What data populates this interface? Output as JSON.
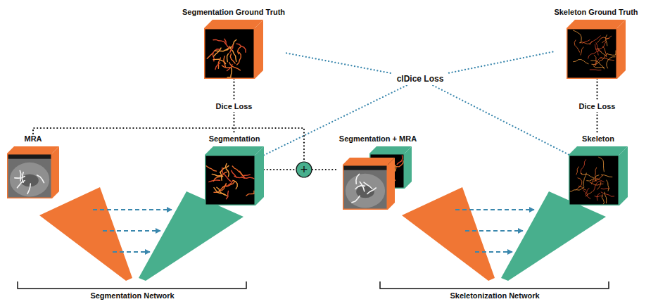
{
  "diagram": {
    "nodes": [
      {
        "text": [
          "Segmentation Ground Truth"
        ]
      },
      {
        "text": [
          "Skeleton Ground Truth"
        ]
      },
      {
        "text": [
          "clDice Loss"
        ]
      },
      {
        "text": [
          "MRA"
        ]
      },
      {
        "text": [
          "Segmentation"
        ]
      },
      {
        "text": [
          "+"
        ]
      },
      {
        "text": [
          "Segmentation + MRA"
        ]
      },
      {
        "text": [
          "Skeleton"
        ]
      }
    ],
    "edges": [
      {
        "from": 0,
        "to": 2,
        "arrow": "none"
      },
      {
        "from": 1,
        "to": 2,
        "arrow": "none"
      },
      {
        "from": 4,
        "to": 2,
        "arrow": "none"
      },
      {
        "from": 7,
        "to": 2,
        "arrow": "none"
      },
      {
        "from": 0,
        "to": 4,
        "label": "Dice Loss",
        "arrow": "none"
      },
      {
        "from": 1,
        "to": 7,
        "label": "Dice Loss",
        "arrow": "none"
      },
      {
        "from": 3,
        "to": 5,
        "arrow": "none"
      },
      {
        "from": 4,
        "to": 5,
        "arrow": "none"
      },
      {
        "from": 5,
        "to": 6,
        "arrow": "none"
      }
    ],
    "labels": [
      "Segmentation Network",
      "Skeletonization Network"
    ]
  }
}
